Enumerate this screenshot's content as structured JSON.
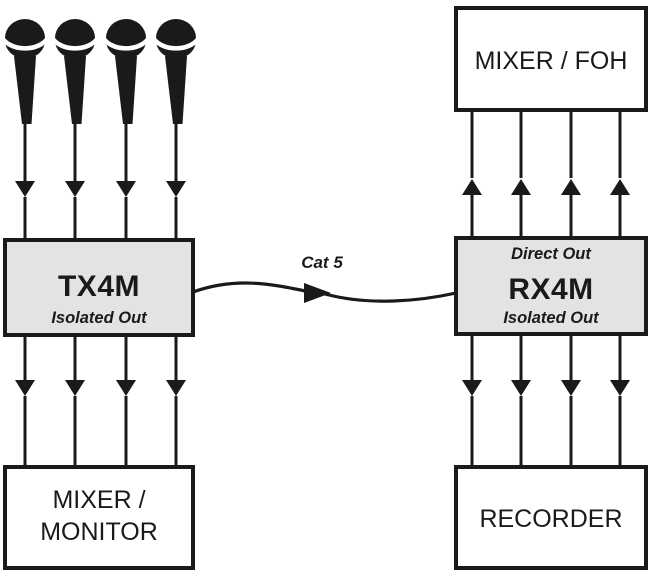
{
  "diagram": {
    "title": "TX4M / RX4M audio-over-Cat5 signal flow diagram",
    "colors": {
      "stroke": "#1a1a1a",
      "unit_fill": "#e3e3e5",
      "box_fill": "#ffffff",
      "text": "#1a1a1a"
    },
    "sources": {
      "name": "microphone-group",
      "count": 4,
      "icon": "microphone-icon",
      "labels": [
        "microphone-1",
        "microphone-2",
        "microphone-3",
        "microphone-4"
      ]
    },
    "units": {
      "transmitter": {
        "name": "TX4M",
        "sub_label": "Isolated Out",
        "top_label": "",
        "fill": "#e3e3e5"
      },
      "receiver": {
        "name": "RX4M",
        "sub_label": "Isolated Out",
        "top_label": "Direct Out",
        "fill": "#e3e3e5"
      }
    },
    "destinations": [
      {
        "id": "mixer-foh",
        "label": "MIXER / FOH",
        "lines": [
          "MIXER / FOH"
        ]
      },
      {
        "id": "mixer-monitor",
        "label": "MIXER / MONITOR",
        "lines": [
          "MIXER /",
          "MONITOR"
        ]
      },
      {
        "id": "recorder",
        "label": "RECORDER",
        "lines": [
          "RECORDER"
        ]
      }
    ],
    "link": {
      "label": "Cat 5",
      "arrow": "arrow-right-icon",
      "from": "TX4M",
      "to": "RX4M"
    },
    "arrows": {
      "mic_to_tx": {
        "direction": "down",
        "count": 4
      },
      "tx_to_monitor": {
        "direction": "down",
        "count": 4
      },
      "rx_to_foh": {
        "direction": "up",
        "count": 4
      },
      "rx_to_recorder": {
        "direction": "down",
        "count": 4
      }
    }
  }
}
